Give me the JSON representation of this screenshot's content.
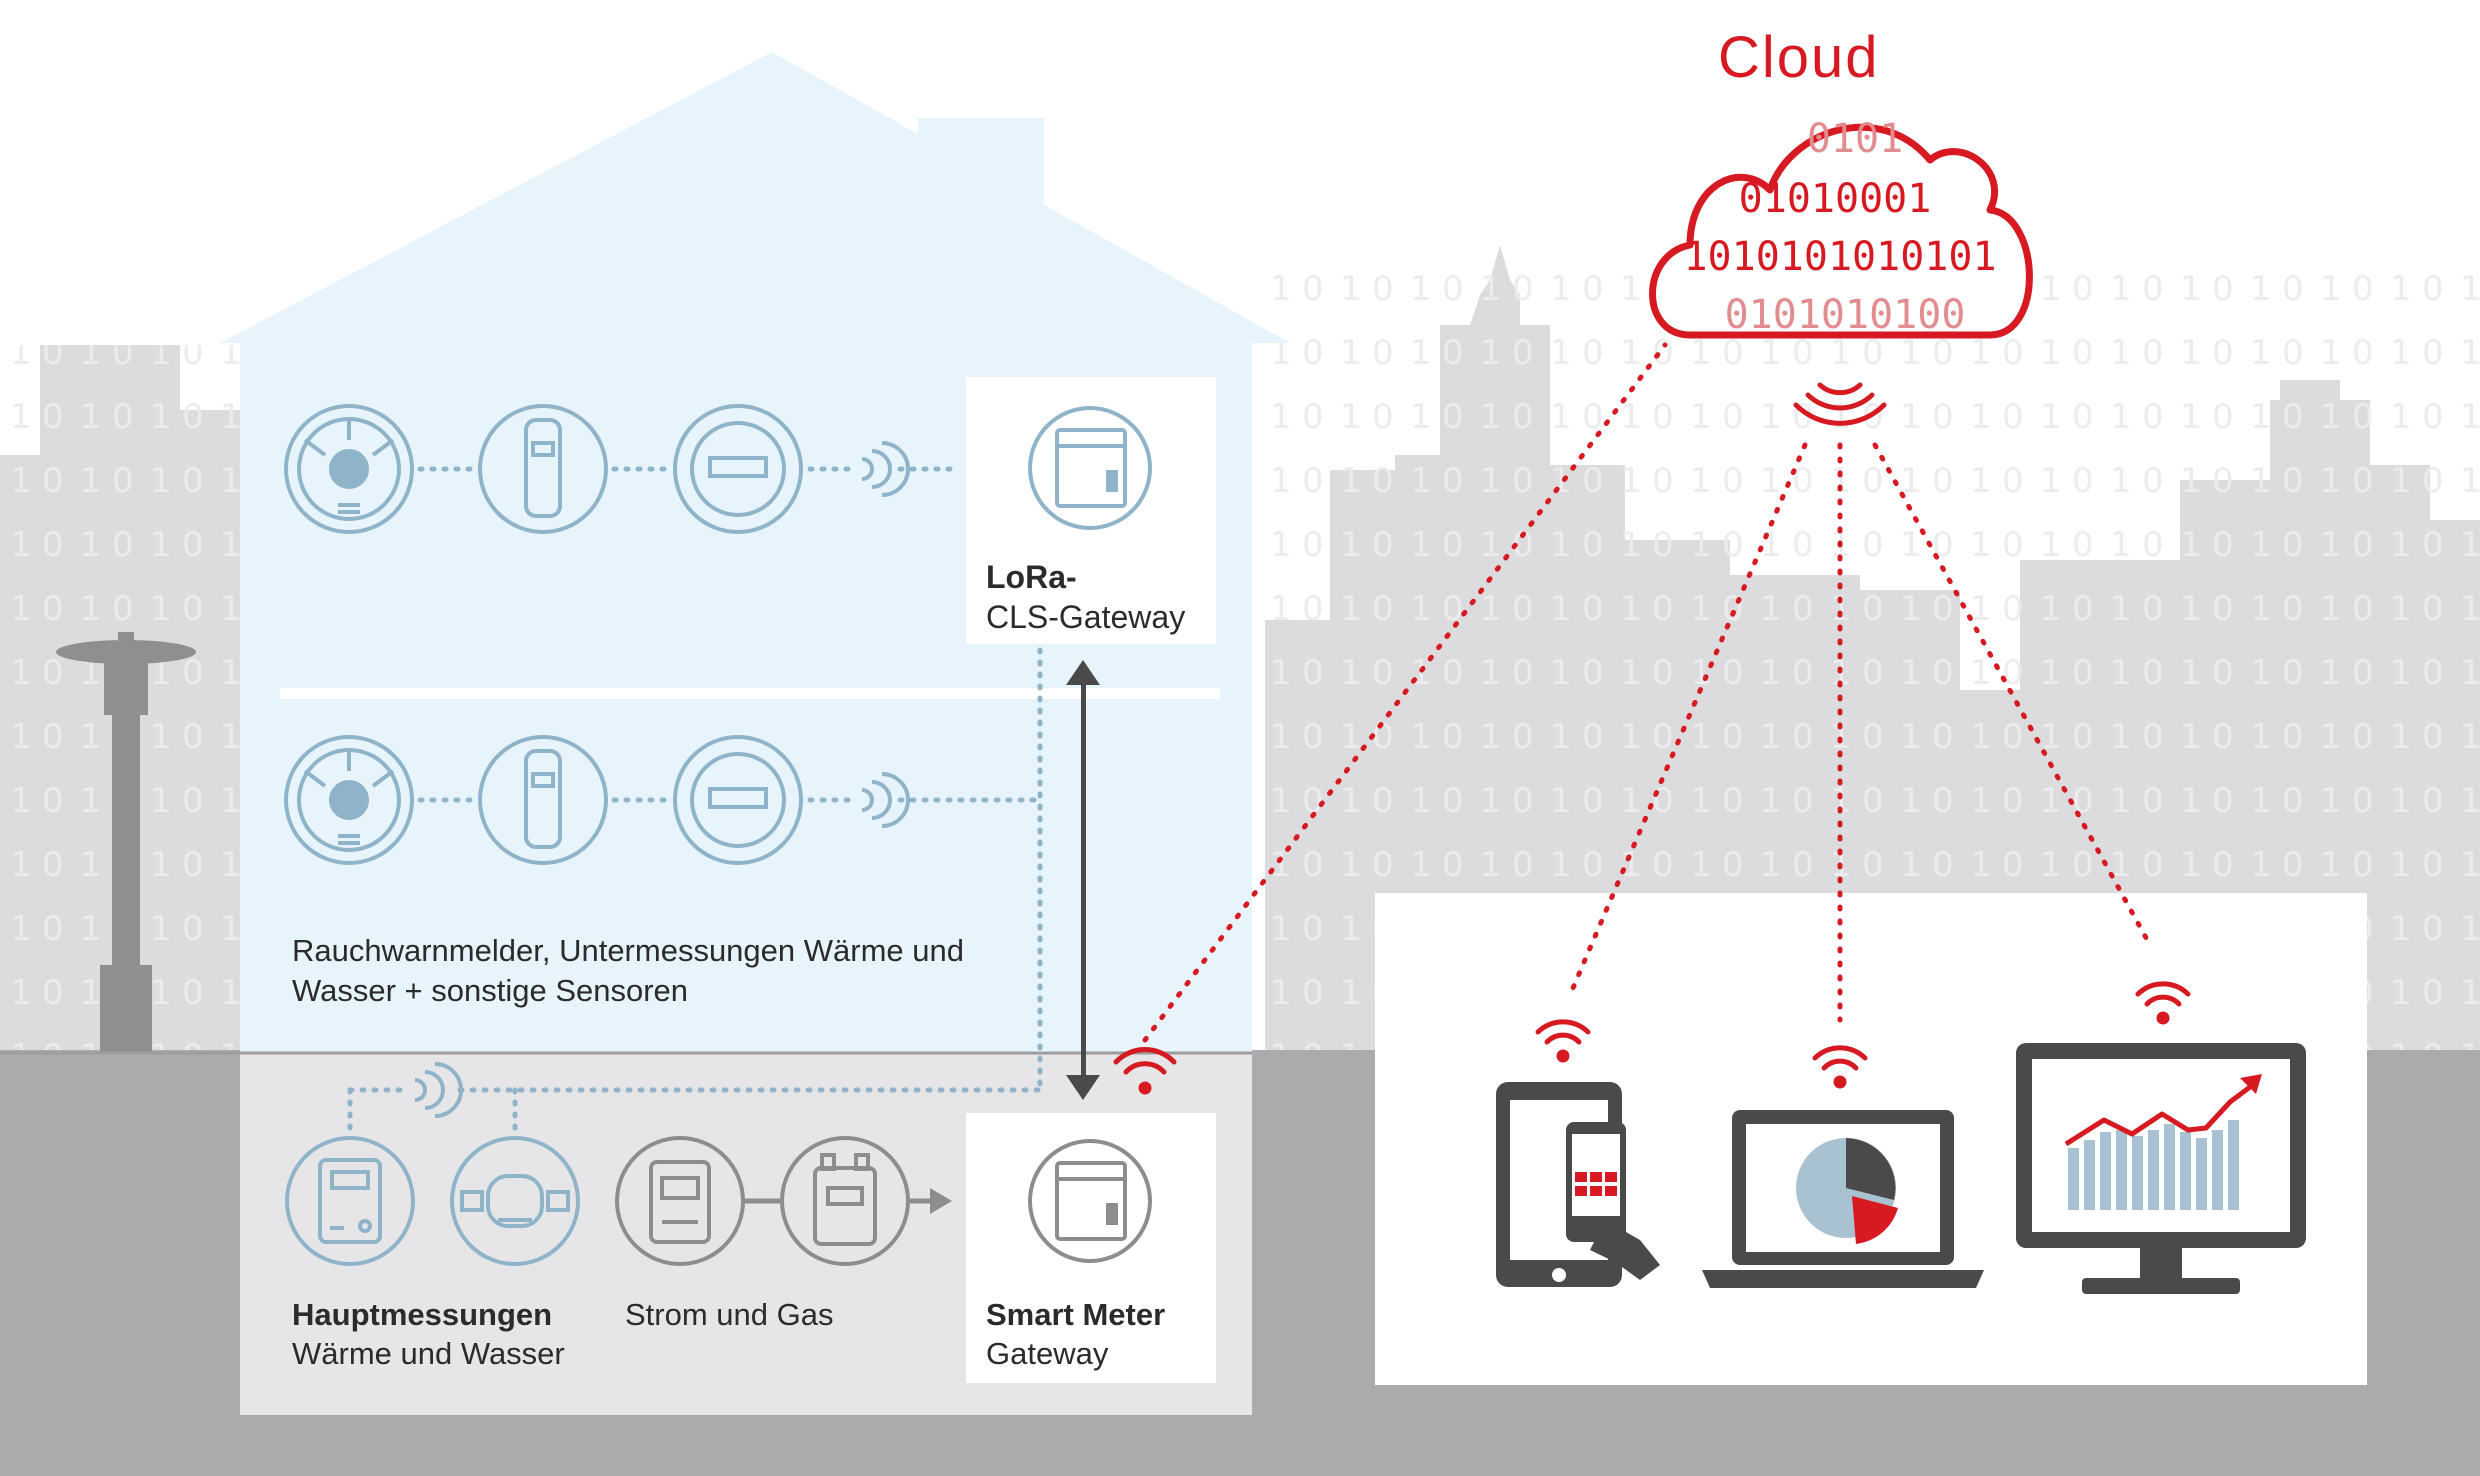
{
  "cloud": {
    "title": "Cloud",
    "binary_lines": [
      "0101",
      "01010001",
      "1010101010101",
      "0101010100"
    ],
    "title_color": "#d71a21"
  },
  "house": {
    "upper_floor_caption_line1": "Rauchwarnmelder, Untermessungen Wärme und",
    "upper_floor_caption_line2": "Wasser + sonstige Sensoren",
    "lora_gateway_line1": "LoRa-",
    "lora_gateway_line2": "CLS-Gateway",
    "main_meters_line1": "Hauptmessungen",
    "main_meters_line2": "Wärme und Wasser",
    "power_gas_label": "Strom und Gas",
    "smart_meter_line1": "Smart Meter",
    "smart_meter_line2": "Gateway"
  },
  "upper_floor_devices": [
    "smoke-detector-icon",
    "sensor-icon",
    "heat-meter-icon",
    "wireless-icon"
  ],
  "lower_floor_devices": [
    "heat-meter-icon",
    "water-meter-icon",
    "electricity-meter-icon",
    "gas-meter-icon"
  ],
  "end_devices": [
    "smartphone-icon",
    "laptop-icon",
    "monitor-icon"
  ],
  "colors": {
    "accent_red": "#d71a21",
    "device_blue": "#8fb3c8",
    "device_gray": "#8d8d8d",
    "house_fill": "#e8f4fb",
    "basement_fill": "#e6e6e8",
    "ground": "#ababae",
    "city": "#dcdcde"
  }
}
